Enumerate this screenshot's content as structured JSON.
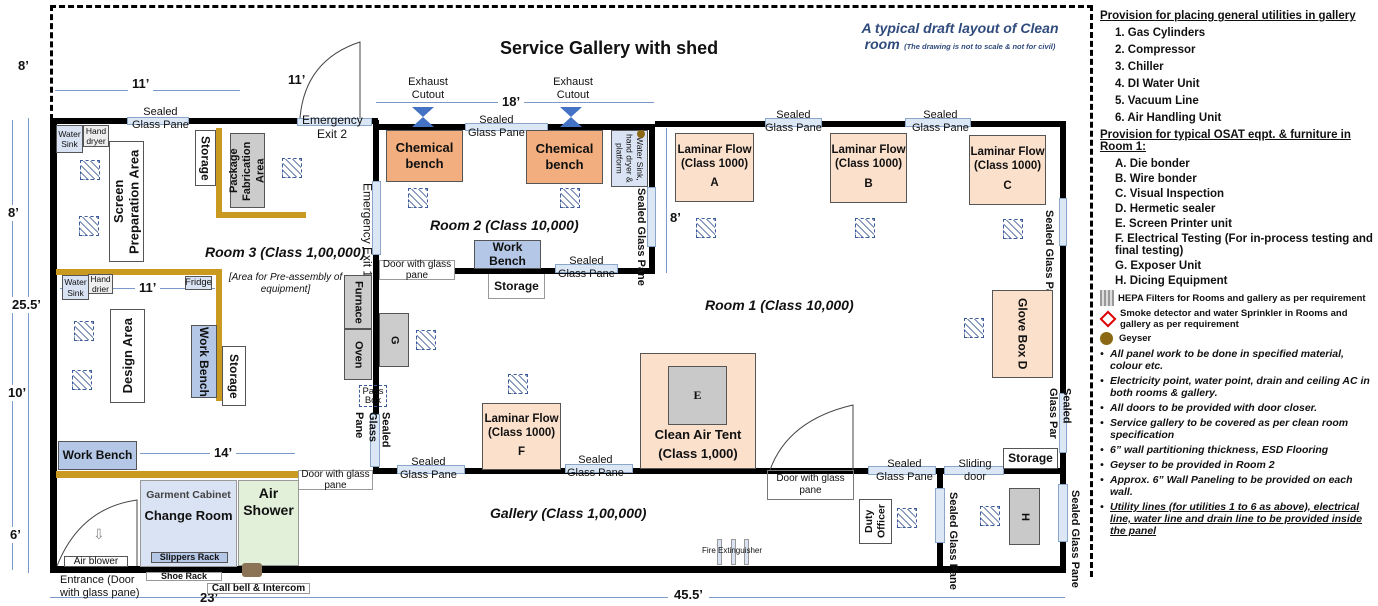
{
  "title": "Service Gallery with shed",
  "subtitle": {
    "line1": "A typical draft layout of Clean",
    "line2": "room",
    "note": "(The drawing is not to scale & not for civil)"
  },
  "rooms": {
    "room1": "Room 1 (Class 10,000)",
    "room2": "Room 2 (Class 10,000)",
    "room3": "Room 3 (Class 1,00,000)",
    "room3_note": "[Area for Pre-assembly of equipment]",
    "gallery": "Gallery (Class 1,00,000)"
  },
  "dimensions": {
    "d8_top": "8’",
    "d11_a": "11’",
    "d11_b": "11’",
    "d18": "18’",
    "d8_left": "8’",
    "d25_5": "25.5’",
    "d10": "10’",
    "d6": "6’",
    "d14": "14’",
    "d11_c": "11’",
    "d8_room2": "8’",
    "d23": "23’",
    "d45_5": "45.5’"
  },
  "labels": {
    "sealed": "Sealed",
    "glass_pane": "Glass Pane",
    "glass": "Glass",
    "pane": "Pane",
    "glass_par": "Glass Par",
    "emergency_exit_2": "Emergency Exit 2",
    "emergency_exit_1": "Emergency Exit 1",
    "exhaust_cutout": "Exhaust Cutout",
    "chemical_bench": "Chemical bench",
    "water_sink_dryer_platform": "Water Sink, hand dryer & platform",
    "water_sink": "Water Sink",
    "hand_dryer": "Hand dryer",
    "hand_drier": "Hand drier",
    "screen_prep": "Screen Preparation Area",
    "storage": "Storage",
    "package_fab": "Package Fabrication Area",
    "fridge": "Fridge",
    "design_area": "Design Area",
    "work_bench": "Work Bench",
    "door_glass_pane": "Door with glass pane",
    "furnace": "Furnace",
    "oven": "Oven",
    "g": "G",
    "pass_box": "Pass Box",
    "laminar_flow": "Laminar Flow",
    "class_1000": "(Class 1000)",
    "a": "A",
    "b": "B",
    "c": "C",
    "f": "F",
    "glove_box": "Glove Box",
    "d": "D",
    "e": "E",
    "clean_air_tent": "Clean Air Tent",
    "class_1_000": "(Class 1,000)",
    "door_with_glass_pane_wide": "Door with glass pane",
    "sliding_door": "Sliding door",
    "duty_officer": "Duty Officer",
    "h": "H",
    "fire_extinguisher": "Fire Extinguisher",
    "garment_cabinet": "Garment Cabinet",
    "change_room": "Change Room",
    "slippers_rack": "Slippers Rack",
    "shoe_rack": "Shoe Rack",
    "air_shower": "Air Shower",
    "air_blower": "Air blower",
    "entrance": "Entrance (Door with glass pane)",
    "call_bell": "Call bell & Intercom"
  },
  "legend": {
    "utilities_heading": "Provision for placing general utilities in gallery",
    "utilities": [
      "1. Gas Cylinders",
      "2. Compressor",
      "3. Chiller",
      "4. DI Water Unit",
      "5. Vacuum Line",
      "6. Air Handling Unit"
    ],
    "equipment_heading": "Provision for typical OSAT eqpt. & furniture in Room 1:",
    "equipment": [
      "A.  Die bonder",
      "B.  Wire bonder",
      "C.  Visual Inspection",
      "D.  Hermetic sealer",
      "E.  Screen Printer unit",
      "F.  Electrical Testing (For in-process testing and final testing)",
      "G.  Exposer Unit",
      "H.  Dicing Equipment"
    ],
    "symbols": [
      {
        "icon": "hepa-filter-icon",
        "text": "HEPA Filters for Rooms and gallery as per requirement"
      },
      {
        "icon": "smoke-detector-icon",
        "text": "Smoke detector and water Sprinkler in Rooms and gallery as per requirement"
      },
      {
        "icon": "geyser-icon",
        "text": "Geyser"
      }
    ],
    "notes": [
      "All panel work to be done in specified material, colour etc.",
      "Electricity point, water point, drain and ceiling AC  in both rooms & gallery.",
      "All doors to be provided with door closer.",
      "Service gallery to be covered as per clean room specification",
      "6” wall partitioning thickness, ESD Flooring",
      "Geyser to be provided in Room 2",
      "Approx. 6” Wall Paneling to be provided on each wall."
    ],
    "final_note": "Utility lines (for utilities 1 to 6 as above), electrical line, water line and drain line to be provided inside the panel"
  },
  "colors": {
    "wall": "#000000",
    "mustard_wall": "#c99a1f",
    "glass": "#dbe7f5",
    "chemical_bench": "#f2ae7e",
    "laminar": "#fbe0cc",
    "work_bench": "#b4c7e7",
    "equipment_gray": "#c9c9c9",
    "change_room": "#dae3f3",
    "air_shower": "#e2efd9",
    "title_blue": "#2f4a7c",
    "geyser": "#8b6914"
  }
}
